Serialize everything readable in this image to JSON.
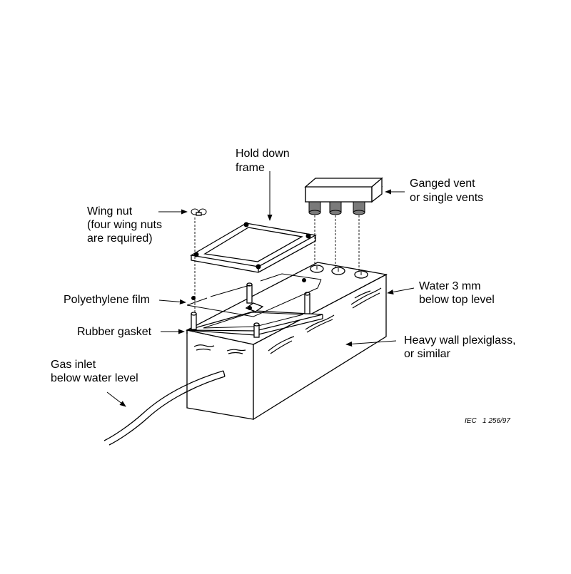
{
  "labels": {
    "hold_down_frame": [
      "Hold down",
      "frame"
    ],
    "ganged_vent": [
      "Ganged vent",
      "or single vents"
    ],
    "wing_nut": [
      "Wing nut",
      "(four wing nuts",
      "are required)"
    ],
    "polyethylene_film": [
      "Polyethylene film"
    ],
    "water_level": [
      "Water 3 mm",
      "below top level"
    ],
    "rubber_gasket": [
      "Rubber gasket"
    ],
    "heavy_wall": [
      "Heavy wall plexiglass,",
      "or similar"
    ],
    "gas_inlet": [
      "Gas inlet",
      "below water level"
    ]
  },
  "reference": "IEC   1 256/97",
  "colors": {
    "line": "#000000",
    "vent_fitting": "#7a7a7a",
    "background": "#ffffff"
  }
}
